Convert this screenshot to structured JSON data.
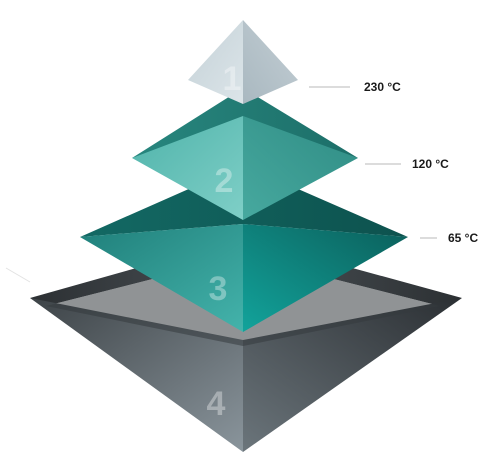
{
  "tiers": [
    {
      "number": "1",
      "temperature": "230 °C"
    },
    {
      "number": "2",
      "temperature": "120 °C"
    },
    {
      "number": "3",
      "temperature": "65 °C"
    },
    {
      "number": "4",
      "temperature": ""
    }
  ],
  "colors": {
    "tier1_left": "#d4dee3",
    "tier1_right": "#b5c3cb",
    "tier2_left": "#5cbfb6",
    "tier2_right": "#47aaa0",
    "tier3_left": "#2a9e97",
    "tier3_right": "#0f8c86",
    "tier4_left": "#5a6268",
    "tier4_right": "#3c4347",
    "leader_line": "#b8b8b8"
  }
}
